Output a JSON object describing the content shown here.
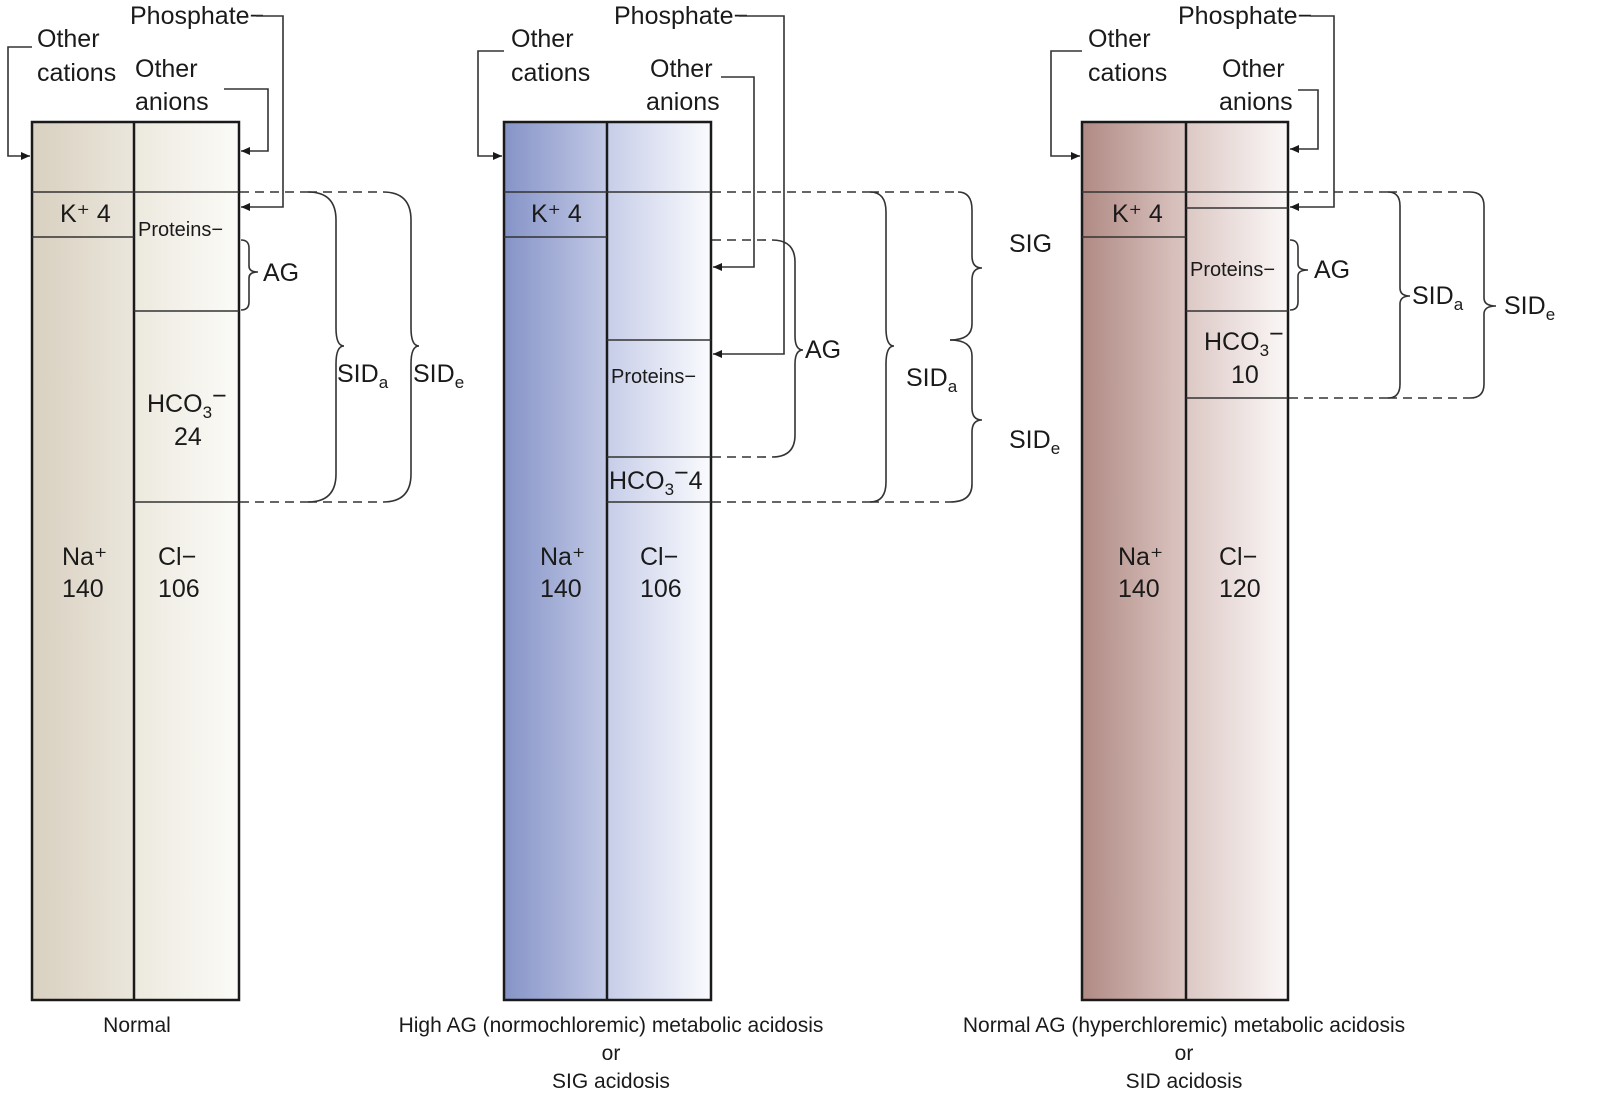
{
  "labels": {
    "other_cations": [
      "Other",
      "cations"
    ],
    "other_anions": [
      "Other",
      "anions"
    ],
    "phosphate": "Phosphate−",
    "proteins": "Proteins−",
    "k": "K⁺ 4",
    "ag": "AG",
    "sig": "SIG",
    "sid_base": "SID",
    "sid_a_sub": "a",
    "sid_e_sub": "e",
    "na": "Na⁺",
    "cl": "Cl−",
    "hco3_main": "HCO",
    "hco3_sub": "3",
    "hco3_sup": "−"
  },
  "panels": [
    {
      "id": "normal",
      "caption": [
        "Normal"
      ],
      "na": "140",
      "cl": "106",
      "hco3": "24",
      "colors": {
        "cation": "#ddd6c8",
        "anion": "#f1efe6"
      }
    },
    {
      "id": "high-ag",
      "caption": [
        "High AG (normochloremic) metabolic acidosis",
        "or",
        "SIG acidosis"
      ],
      "na": "140",
      "cl": "106",
      "hco3": "4",
      "colors": {
        "cation": "#8f9ccb",
        "anion": "#d3d9ed"
      }
    },
    {
      "id": "normal-ag",
      "caption": [
        "Normal AG (hyperchloremic) metabolic acidosis",
        "or",
        "SID acidosis"
      ],
      "na": "140",
      "cl": "120",
      "hco3": "10",
      "colors": {
        "cation": "#b99590",
        "anion": "#e4d3d0"
      }
    }
  ]
}
